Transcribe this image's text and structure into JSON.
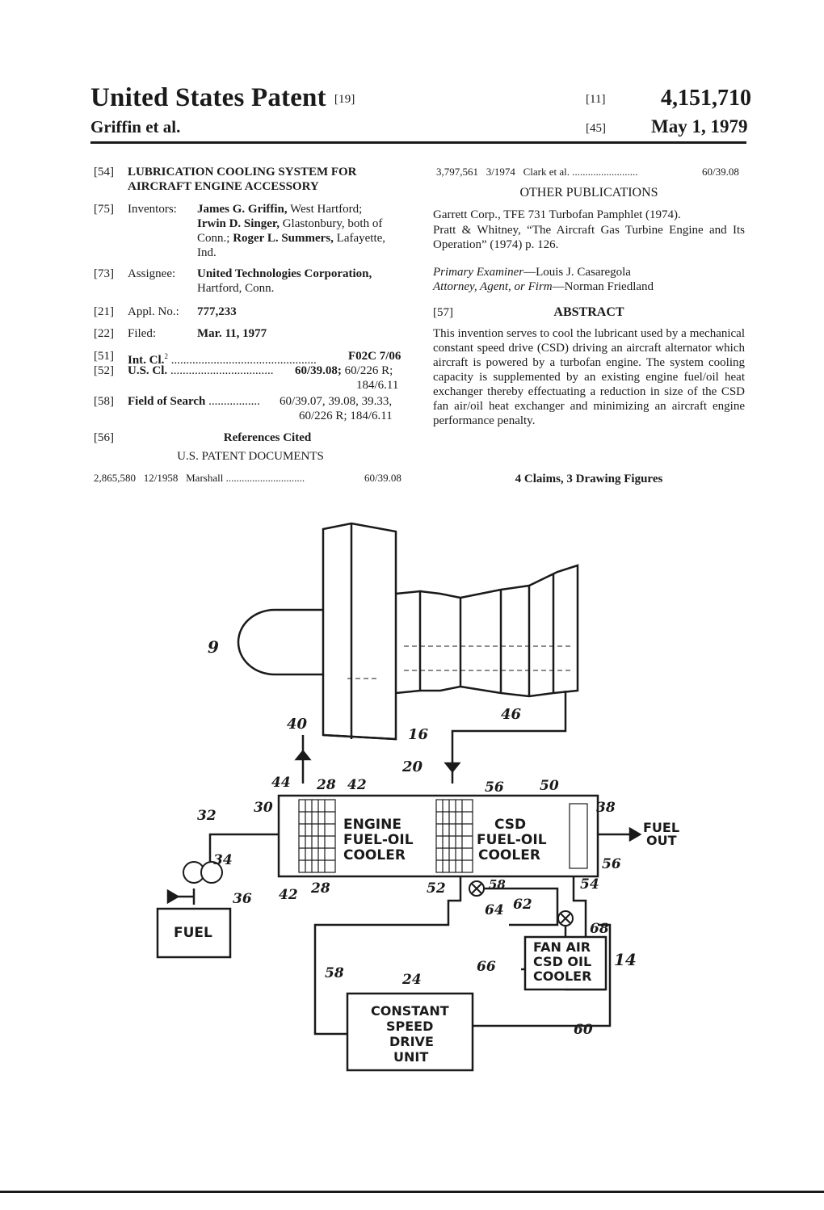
{
  "header": {
    "title": "United States Patent",
    "title_code": "[19]",
    "authors": "Griffin et al.",
    "patent_number_code": "[11]",
    "patent_number": "4,151,710",
    "date_code": "[45]",
    "date": "May 1, 1979"
  },
  "left_col": {
    "f54_code": "[54]",
    "f54_title": "LUBRICATION COOLING SYSTEM FOR AIRCRAFT ENGINE ACCESSORY",
    "f75_code": "[75]",
    "f75_label": "Inventors:",
    "inv1_name": "James G. Griffin,",
    "inv1_place": " West Hartford;",
    "inv2_name": "Irwin D. Singer,",
    "inv2_place": " Glastonbury, both of",
    "inv3_pre": "Conn.; ",
    "inv3_name": "Roger L. Summers,",
    "inv3_place": " Lafayette,",
    "inv4": "Ind.",
    "f73_code": "[73]",
    "f73_label": "Assignee:",
    "assignee_name": "United Technologies Corporation,",
    "assignee_place": "Hartford, Conn.",
    "f21_code": "[21]",
    "f21_label": "Appl. No.:",
    "appl_no": "777,233",
    "f22_code": "[22]",
    "f22_label": "Filed:",
    "filed": "Mar. 11, 1977",
    "f51_code": "[51]",
    "f51_label": "Int. Cl.",
    "f51_sup": "2",
    "f51_dots": " ................................................",
    "f51_value": "F02C 7/06",
    "f52_code": "[52]",
    "f52_label": "U.S. Cl.",
    "f52_dots": " ..................................",
    "f52_value": "60/39.08;",
    "f52_value2": " 60/226 R;",
    "f52_value3": "184/6.11",
    "f58_code": "[58]",
    "f58_label": "Field of Search",
    "f58_dots": " .................",
    "f58_value": "60/39.07, 39.08, 39.33,",
    "f58_value2": "60/226 R; 184/6.11",
    "f56_code": "[56]",
    "refs_heading": "References Cited",
    "us_docs_heading": "U.S. PATENT DOCUMENTS",
    "ref1_no": "2,865,580",
    "ref1_date": "12/1958",
    "ref1_name": "Marshall",
    "ref1_dots": " ..............................",
    "ref1_class": "60/39.08"
  },
  "right_col": {
    "ref2_no": "3,797,561",
    "ref2_date": "3/1974",
    "ref2_name": "Clark et al.",
    "ref2_dots": " .........................",
    "ref2_class": "60/39.08",
    "other_pub_heading": "OTHER PUBLICATIONS",
    "pub1": "Garrett Corp., TFE 731 Turbofan Pamphlet (1974).",
    "pub2": "Pratt & Whitney, “The Aircraft Gas Turbine Engine and Its Operation” (1974) p. 126.",
    "examiner_label": "Primary Examiner",
    "examiner": "—Louis J. Casaregola",
    "attorney_label": "Attorney, Agent, or Firm",
    "attorney": "—Norman Friedland",
    "f57_code": "[57]",
    "abstract_heading": "ABSTRACT",
    "abstract": "This invention serves to cool the lubricant used by a mechanical constant speed drive (CSD) driving an aircraft alternator which aircraft is powered by a turbofan engine. The system cooling capacity is supplemented by an existing engine fuel/oil heat exchanger thereby effectuating a reduction in size of the CSD fan air/oil heat exchanger and minimizing an aircraft engine performance penalty.",
    "claims": "4 Claims, 3 Drawing Figures"
  },
  "diagram": {
    "engine_box": [
      "ENGINE",
      "FUEL-OIL",
      "COOLER"
    ],
    "csd_box": [
      "CSD",
      "FUEL-OIL",
      "COOLER"
    ],
    "fuel_out": [
      "FUEL",
      "OUT"
    ],
    "fuel_tank": "FUEL",
    "fan_box": [
      "FAN AIR",
      "CSD OIL",
      "COOLER"
    ],
    "csd_unit": [
      "CONSTANT",
      "SPEED",
      "DRIVE",
      "UNIT"
    ],
    "refs": [
      "9",
      "40",
      "16",
      "46",
      "20",
      "44",
      "28",
      "42",
      "56",
      "50",
      "30",
      "32",
      "34",
      "36",
      "42",
      "28",
      "52",
      "58",
      "54",
      "64",
      "62",
      "68",
      "66",
      "14",
      "58",
      "24",
      "60",
      "38",
      "56"
    ]
  }
}
